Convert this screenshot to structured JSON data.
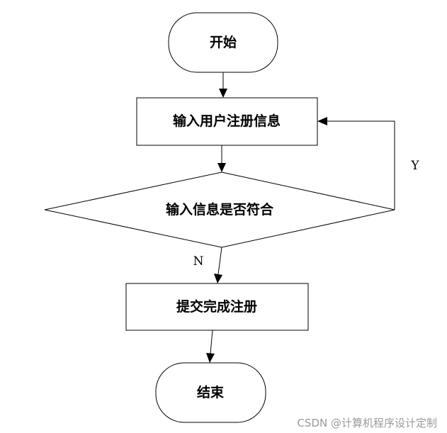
{
  "flowchart": {
    "start": "开始",
    "input": "输入用户注册信息",
    "decision": "输入信息是否符合",
    "submit": "提交完成注册",
    "end": "结束",
    "yes_label": "Y",
    "no_label": "N"
  },
  "watermark": "CSDN @计算机程序设计定制"
}
